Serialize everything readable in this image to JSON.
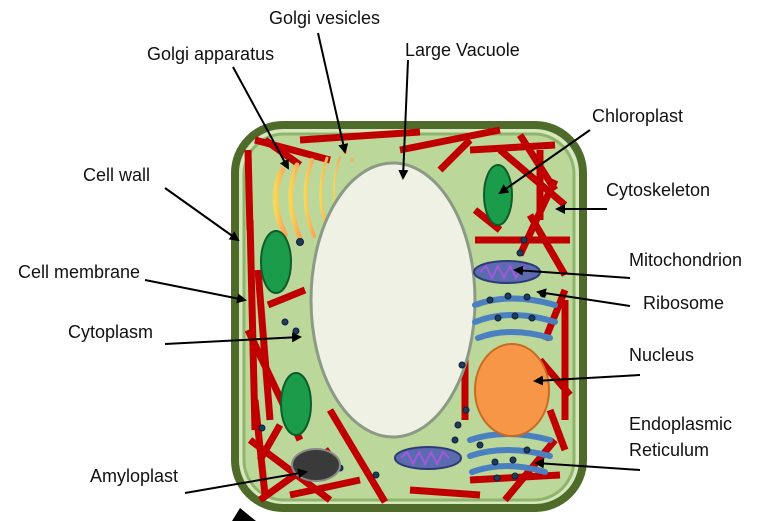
{
  "colors": {
    "cell_wall_fill": "#d6e7bf",
    "cell_wall_border": "#4f6b2a",
    "cytoplasm": "#bcd79a",
    "vacuole": "#eef1e3",
    "vacuole_border": "#8a9a85",
    "cytoskeleton": "#c00000",
    "chloroplast": "#1a9c4a",
    "mitochondrion": "#5a6bb0",
    "mito_inner": "#a05ad8",
    "nucleus": "#f79646",
    "er": "#5b8fc9",
    "amyloplast": "#3a3a3a",
    "golgi": "#f6c342",
    "label_text": "#111111",
    "pointer": "#000000"
  },
  "labels": {
    "golgi_vesicles": "Golgi vesicles",
    "golgi_apparatus": "Golgi apparatus",
    "large_vacuole": "Large Vacuole",
    "chloroplast": "Chloroplast",
    "cell_wall": "Cell wall",
    "cytoskeleton": "Cytoskeleton",
    "cell_membrane": "Cell membrane",
    "mitochondrion": "Mitochondrion",
    "ribosome": "Ribosome",
    "cytoplasm": "Cytoplasm",
    "nucleus": "Nucleus",
    "endoplasmic_reticulum_line1": "Endoplasmic",
    "endoplasmic_reticulum_line2": "Reticulum",
    "amyloplast": "Amyloplast"
  },
  "icons": {
    "pointer": "arrow-pointer-icon"
  }
}
